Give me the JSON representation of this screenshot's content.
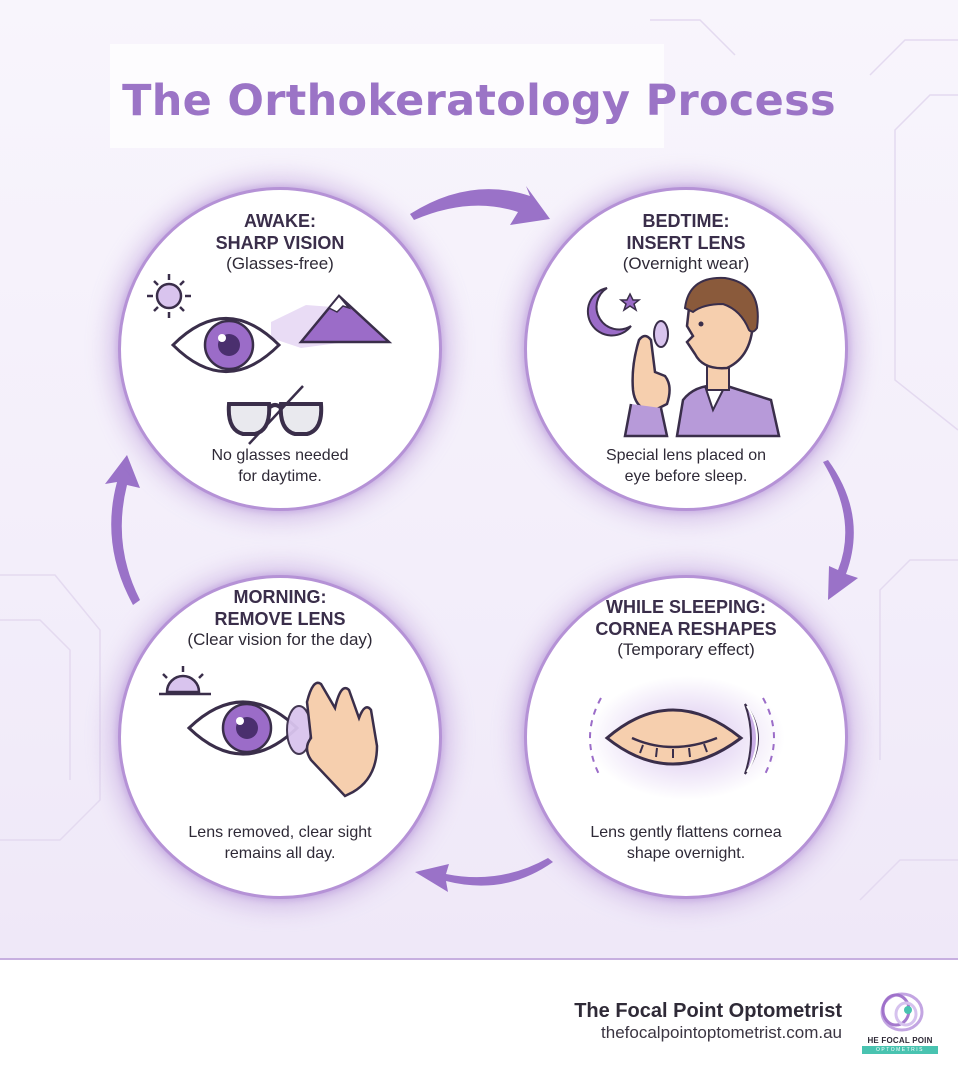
{
  "title": "The Orthokeratology Process",
  "steps": [
    {
      "heading1": "AWAKE:",
      "heading2": "SHARP VISION",
      "sub": "(Glasses-free)",
      "desc1": "No glasses needed",
      "desc2": "for daytime."
    },
    {
      "heading1": "BEDTIME:",
      "heading2": "INSERT LENS",
      "sub": "(Overnight wear)",
      "desc1": "Special lens placed on",
      "desc2": "eye before sleep."
    },
    {
      "heading1": "WHILE SLEEPING:",
      "heading2": "CORNEA RESHAPES",
      "sub": "(Temporary effect)",
      "desc1": "Lens gently flattens cornea",
      "desc2": "shape overnight."
    },
    {
      "heading1": "MORNING:",
      "heading2": "REMOVE LENS",
      "sub": "(Clear vision for the day)",
      "desc1": "Lens removed, clear sight",
      "desc2": "remains all day."
    }
  ],
  "footer": {
    "brand_name": "The Focal Point Optometrist",
    "url": "thefocalpointoptometrist.com.au",
    "logo_text": "HE FOCAL POIN",
    "logo_band": "OPTOMETRIS"
  },
  "colors": {
    "accent": "#9b74c6",
    "ring": "#b592d6",
    "arrow": "#9a72c8",
    "iris": "#9b6cc8",
    "skin": "#f6cfae",
    "teal": "#49c3b0"
  }
}
